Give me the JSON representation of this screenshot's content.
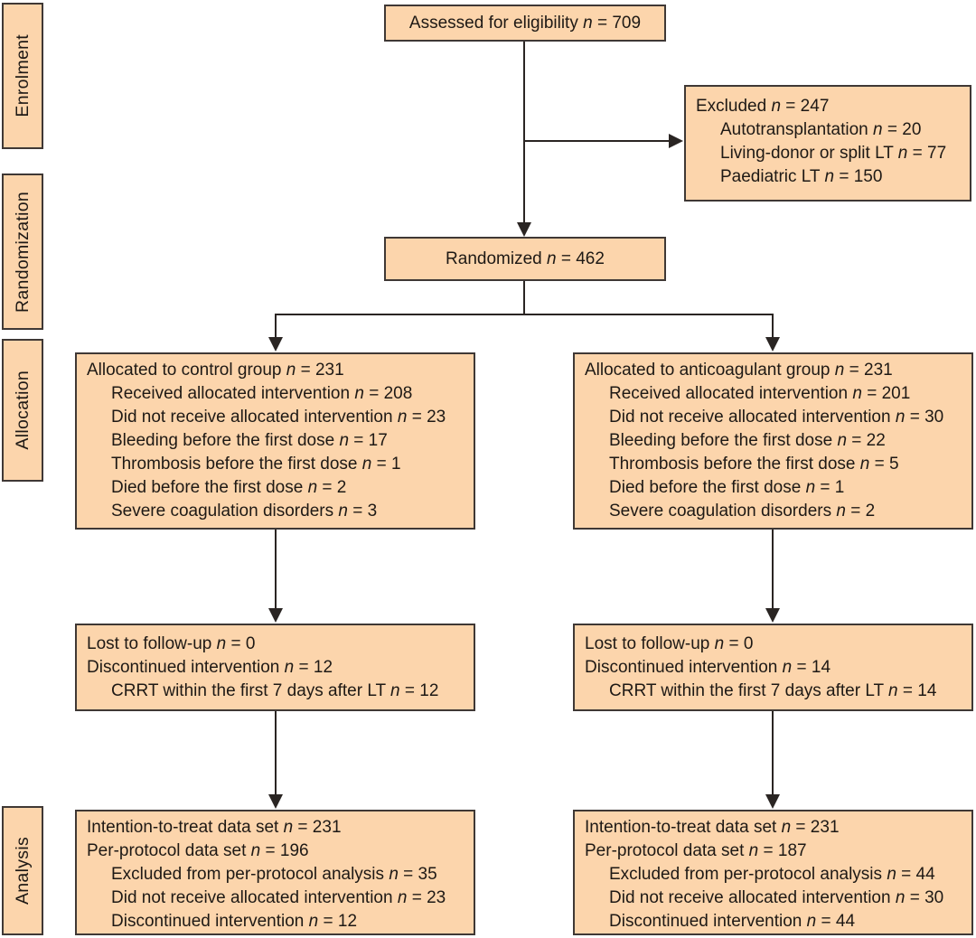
{
  "n_symbol": "n",
  "colors": {
    "box_fill": "#fcd5ac",
    "box_border": "#3f3835",
    "text": "#1e1915",
    "arrow": "#2a2523",
    "background": "#ffffff"
  },
  "stage_labels": [
    {
      "label": "Enrolment"
    },
    {
      "label": "Randomization"
    },
    {
      "label": "Allocation"
    },
    {
      "label": "Analysis"
    }
  ],
  "boxes": {
    "assessed": {
      "lines": [
        {
          "text": "Assessed for eligibility",
          "n": "709",
          "indent": 0
        }
      ]
    },
    "excluded": {
      "lines": [
        {
          "text": "Excluded",
          "n": "247",
          "indent": 0
        },
        {
          "text": "Autotransplantation",
          "n": "20",
          "indent": 1
        },
        {
          "text": "Living-donor or split LT",
          "n": "77",
          "indent": 1
        },
        {
          "text": "Paediatric LT",
          "n": "150",
          "indent": 1
        }
      ]
    },
    "randomized": {
      "lines": [
        {
          "text": "Randomized",
          "n": "462",
          "indent": 0
        }
      ]
    },
    "allocation_control": {
      "lines": [
        {
          "text": "Allocated to control group",
          "n": "231",
          "indent": 0
        },
        {
          "text": "Received allocated intervention",
          "n": "208",
          "indent": 1
        },
        {
          "text": "Did not receive allocated intervention",
          "n": "23",
          "indent": 1
        },
        {
          "text": "Bleeding before the first dose",
          "n": "17",
          "indent": 1
        },
        {
          "text": "Thrombosis before the first dose",
          "n": "1",
          "indent": 1
        },
        {
          "text": "Died before the first dose",
          "n": "2",
          "indent": 1
        },
        {
          "text": "Severe coagulation disorders",
          "n": "3",
          "indent": 1
        }
      ]
    },
    "allocation_anticoagulant": {
      "lines": [
        {
          "text": "Allocated to anticoagulant group",
          "n": "231",
          "indent": 0
        },
        {
          "text": "Received allocated intervention",
          "n": "201",
          "indent": 1
        },
        {
          "text": "Did not receive allocated intervention",
          "n": "30",
          "indent": 1
        },
        {
          "text": "Bleeding before the first dose",
          "n": "22",
          "indent": 1
        },
        {
          "text": "Thrombosis before the first dose",
          "n": "5",
          "indent": 1
        },
        {
          "text": "Died before the first dose",
          "n": "1",
          "indent": 1
        },
        {
          "text": "Severe coagulation disorders",
          "n": "2",
          "indent": 1
        }
      ]
    },
    "followup_control": {
      "lines": [
        {
          "text": "Lost to follow-up",
          "n": "0",
          "indent": 0
        },
        {
          "text": "Discontinued intervention",
          "n": "12",
          "indent": 0
        },
        {
          "text": "CRRT within the first 7 days after LT",
          "n": "12",
          "indent": 1
        }
      ]
    },
    "followup_anticoagulant": {
      "lines": [
        {
          "text": "Lost to follow-up",
          "n": "0",
          "indent": 0
        },
        {
          "text": "Discontinued intervention",
          "n": "14",
          "indent": 0
        },
        {
          "text": "CRRT within the first 7 days after LT",
          "n": "14",
          "indent": 1
        }
      ]
    },
    "analysis_control": {
      "lines": [
        {
          "text": "Intention-to-treat data set",
          "n": "231",
          "indent": 0
        },
        {
          "text": "Per-protocol data set",
          "n": "196",
          "indent": 0
        },
        {
          "text": "Excluded from per-protocol analysis",
          "n": "35",
          "indent": 1
        },
        {
          "text": "Did not receive allocated intervention",
          "n": "23",
          "indent": 1
        },
        {
          "text": "Discontinued intervention",
          "n": "12",
          "indent": 1
        }
      ]
    },
    "analysis_anticoagulant": {
      "lines": [
        {
          "text": "Intention-to-treat data set",
          "n": "231",
          "indent": 0
        },
        {
          "text": "Per-protocol data set",
          "n": "187",
          "indent": 0
        },
        {
          "text": "Excluded from per-protocol analysis",
          "n": "44",
          "indent": 1
        },
        {
          "text": "Did not receive allocated intervention",
          "n": "30",
          "indent": 1
        },
        {
          "text": "Discontinued intervention",
          "n": "44",
          "indent": 1
        }
      ]
    }
  }
}
